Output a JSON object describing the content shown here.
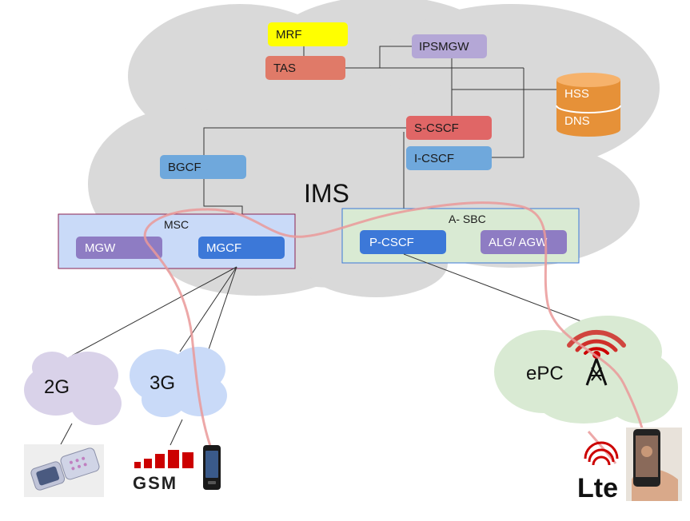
{
  "labels": {
    "mrf": "MRF",
    "tas": "TAS",
    "ipsmgw": "IPSMGW",
    "hss": "HSS",
    "dns": "DNS",
    "scscf": "S-CSCF",
    "icscf": "I-CSCF",
    "bgcf": "BGCF",
    "ims": "IMS",
    "msc": "MSC",
    "mgw": "MGW",
    "mgcf": "MGCF",
    "asbc": "A- SBC",
    "pcscf": "P-CSCF",
    "algagw": "ALG/ AGW",
    "cloud_2g": "2G",
    "cloud_3g": "3G",
    "epc": "ePC",
    "gsm_logo": "GSM",
    "lte_logo": "Lte"
  },
  "colors": {
    "ims_cloud": "#d9d9d9",
    "mrf": "#ffff00",
    "tas": "#e07a68",
    "ipsmgw": "#b4a7d6",
    "hss_db": "#e69138",
    "scscf": "#e06666",
    "icscf": "#6fa8dc",
    "bgcf": "#6fa8dc",
    "msc_box": "#c9daf8",
    "mgw": "#8e7cc3",
    "mgcf": "#3c78d8",
    "asbc_box": "#d9ead3",
    "pcscf": "#3c78d8",
    "algagw": "#8e7cc3",
    "cloud_2g": "#d9d2e9",
    "cloud_3g": "#c9daf8",
    "cloud_epc": "#d9ead3",
    "signal_path": "#ea9999",
    "gsm_red": "#cc0000"
  }
}
